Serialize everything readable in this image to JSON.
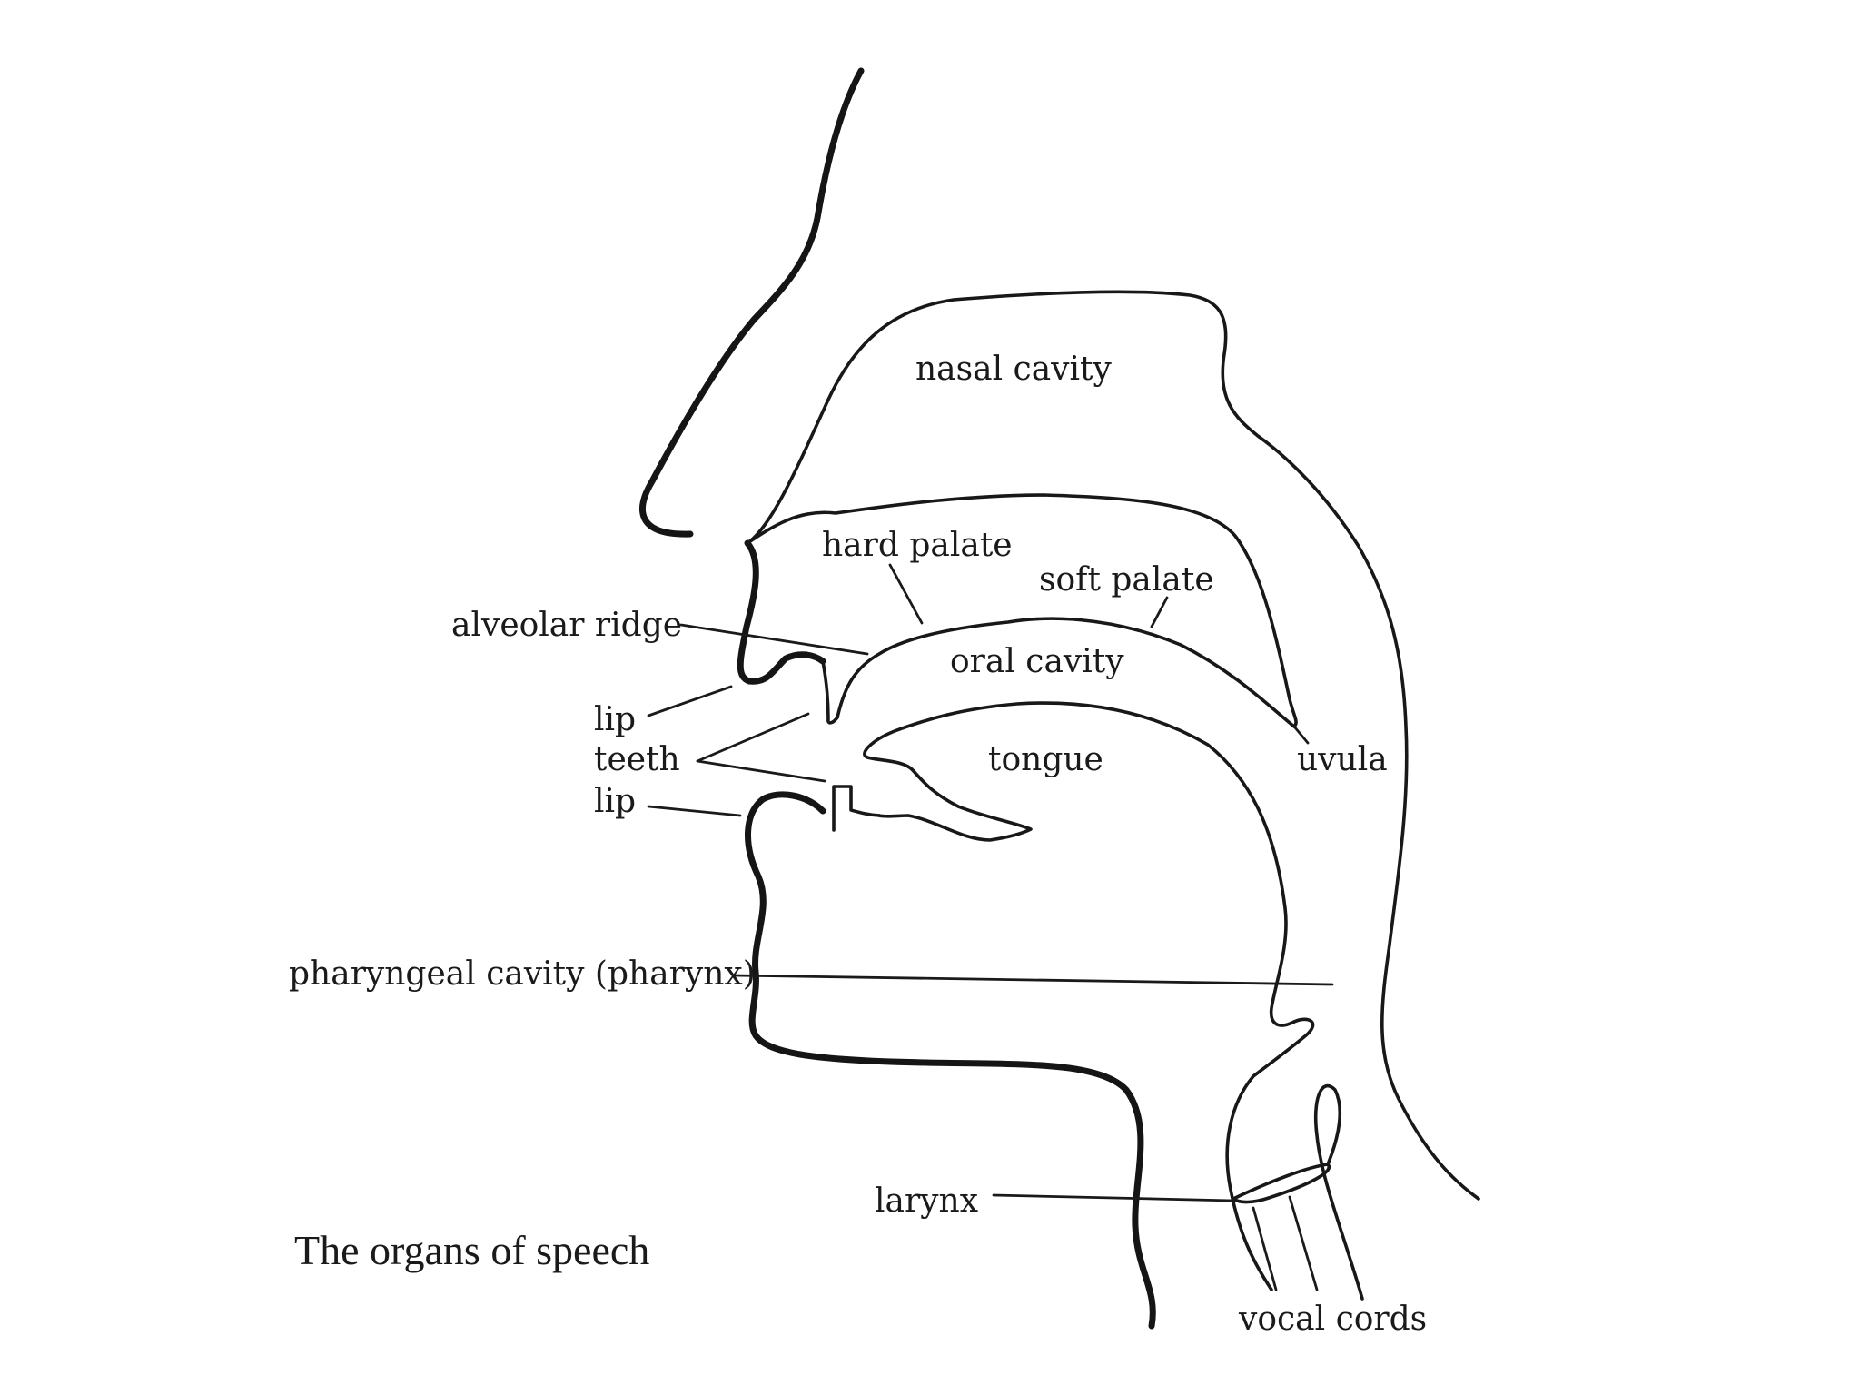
{
  "figure": {
    "caption": "The organs of speech",
    "labels": {
      "nasal_cavity": "nasal cavity",
      "hard_palate": "hard palate",
      "soft_palate": "soft palate",
      "alveolar_ridge": "alveolar ridge",
      "oral_cavity": "oral cavity",
      "lip_upper": "lip",
      "teeth": "teeth",
      "lip_lower": "lip",
      "tongue": "tongue",
      "uvula": "uvula",
      "pharyngeal_cavity": "pharyngeal cavity (pharynx)",
      "larynx": "larynx",
      "vocal_cords": "vocal cords"
    },
    "colors": {
      "ink": "#1a1a1a",
      "paper": "#ffffff"
    }
  }
}
